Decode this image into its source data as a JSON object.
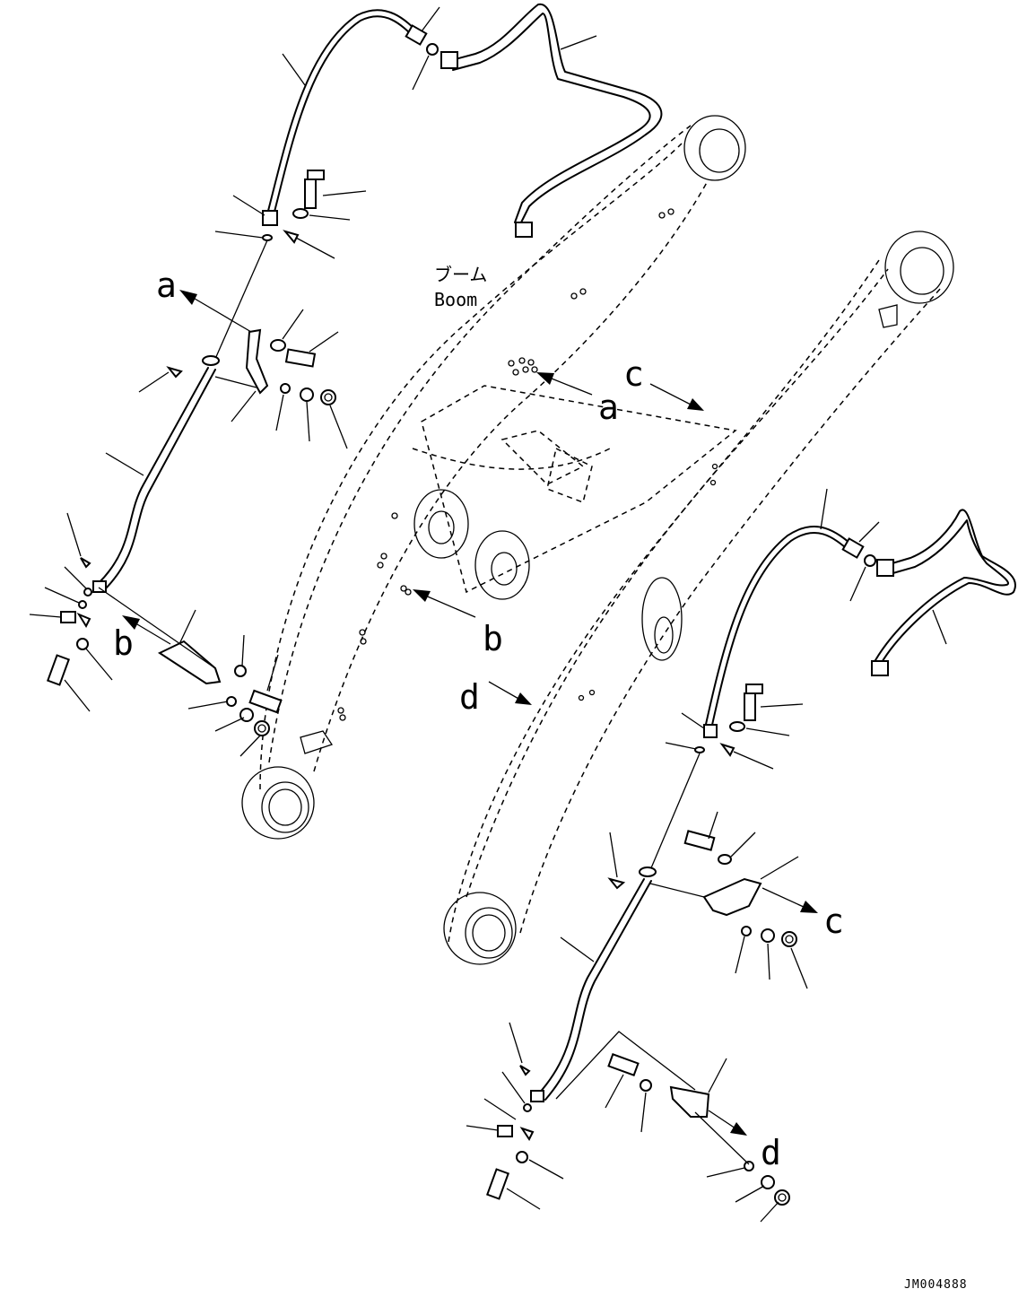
{
  "diagram": {
    "boom_label_ja": "ブーム",
    "boom_label_en": "Boom",
    "callouts": {
      "a_upper": "a",
      "a_lower": "a",
      "b_left": "b",
      "b_center": "b",
      "c_upper": "c",
      "c_right": "c",
      "d_center": "d",
      "d_lower": "d"
    },
    "drawing_id": "JM004888"
  }
}
